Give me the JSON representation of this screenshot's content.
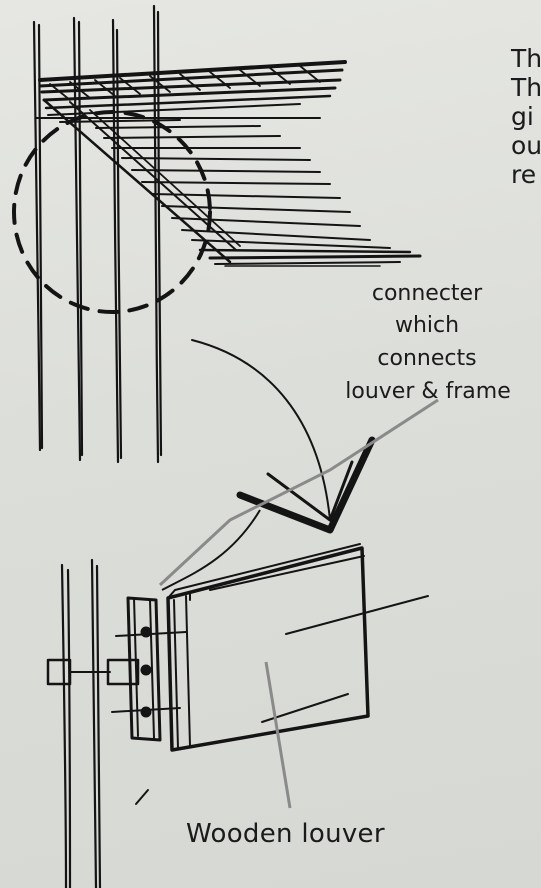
{
  "header_fragment": [
    "Th",
    "Th",
    "gi",
    "ou",
    "re"
  ],
  "annotations": {
    "connector_lines": [
      "connecter",
      "which",
      "connects",
      "louver & frame"
    ],
    "wooden_louver": "Wooden louver"
  },
  "colors": {
    "background": "#dfe0dc",
    "ink": "#141414",
    "leader_grey": "#8a8a8a"
  }
}
